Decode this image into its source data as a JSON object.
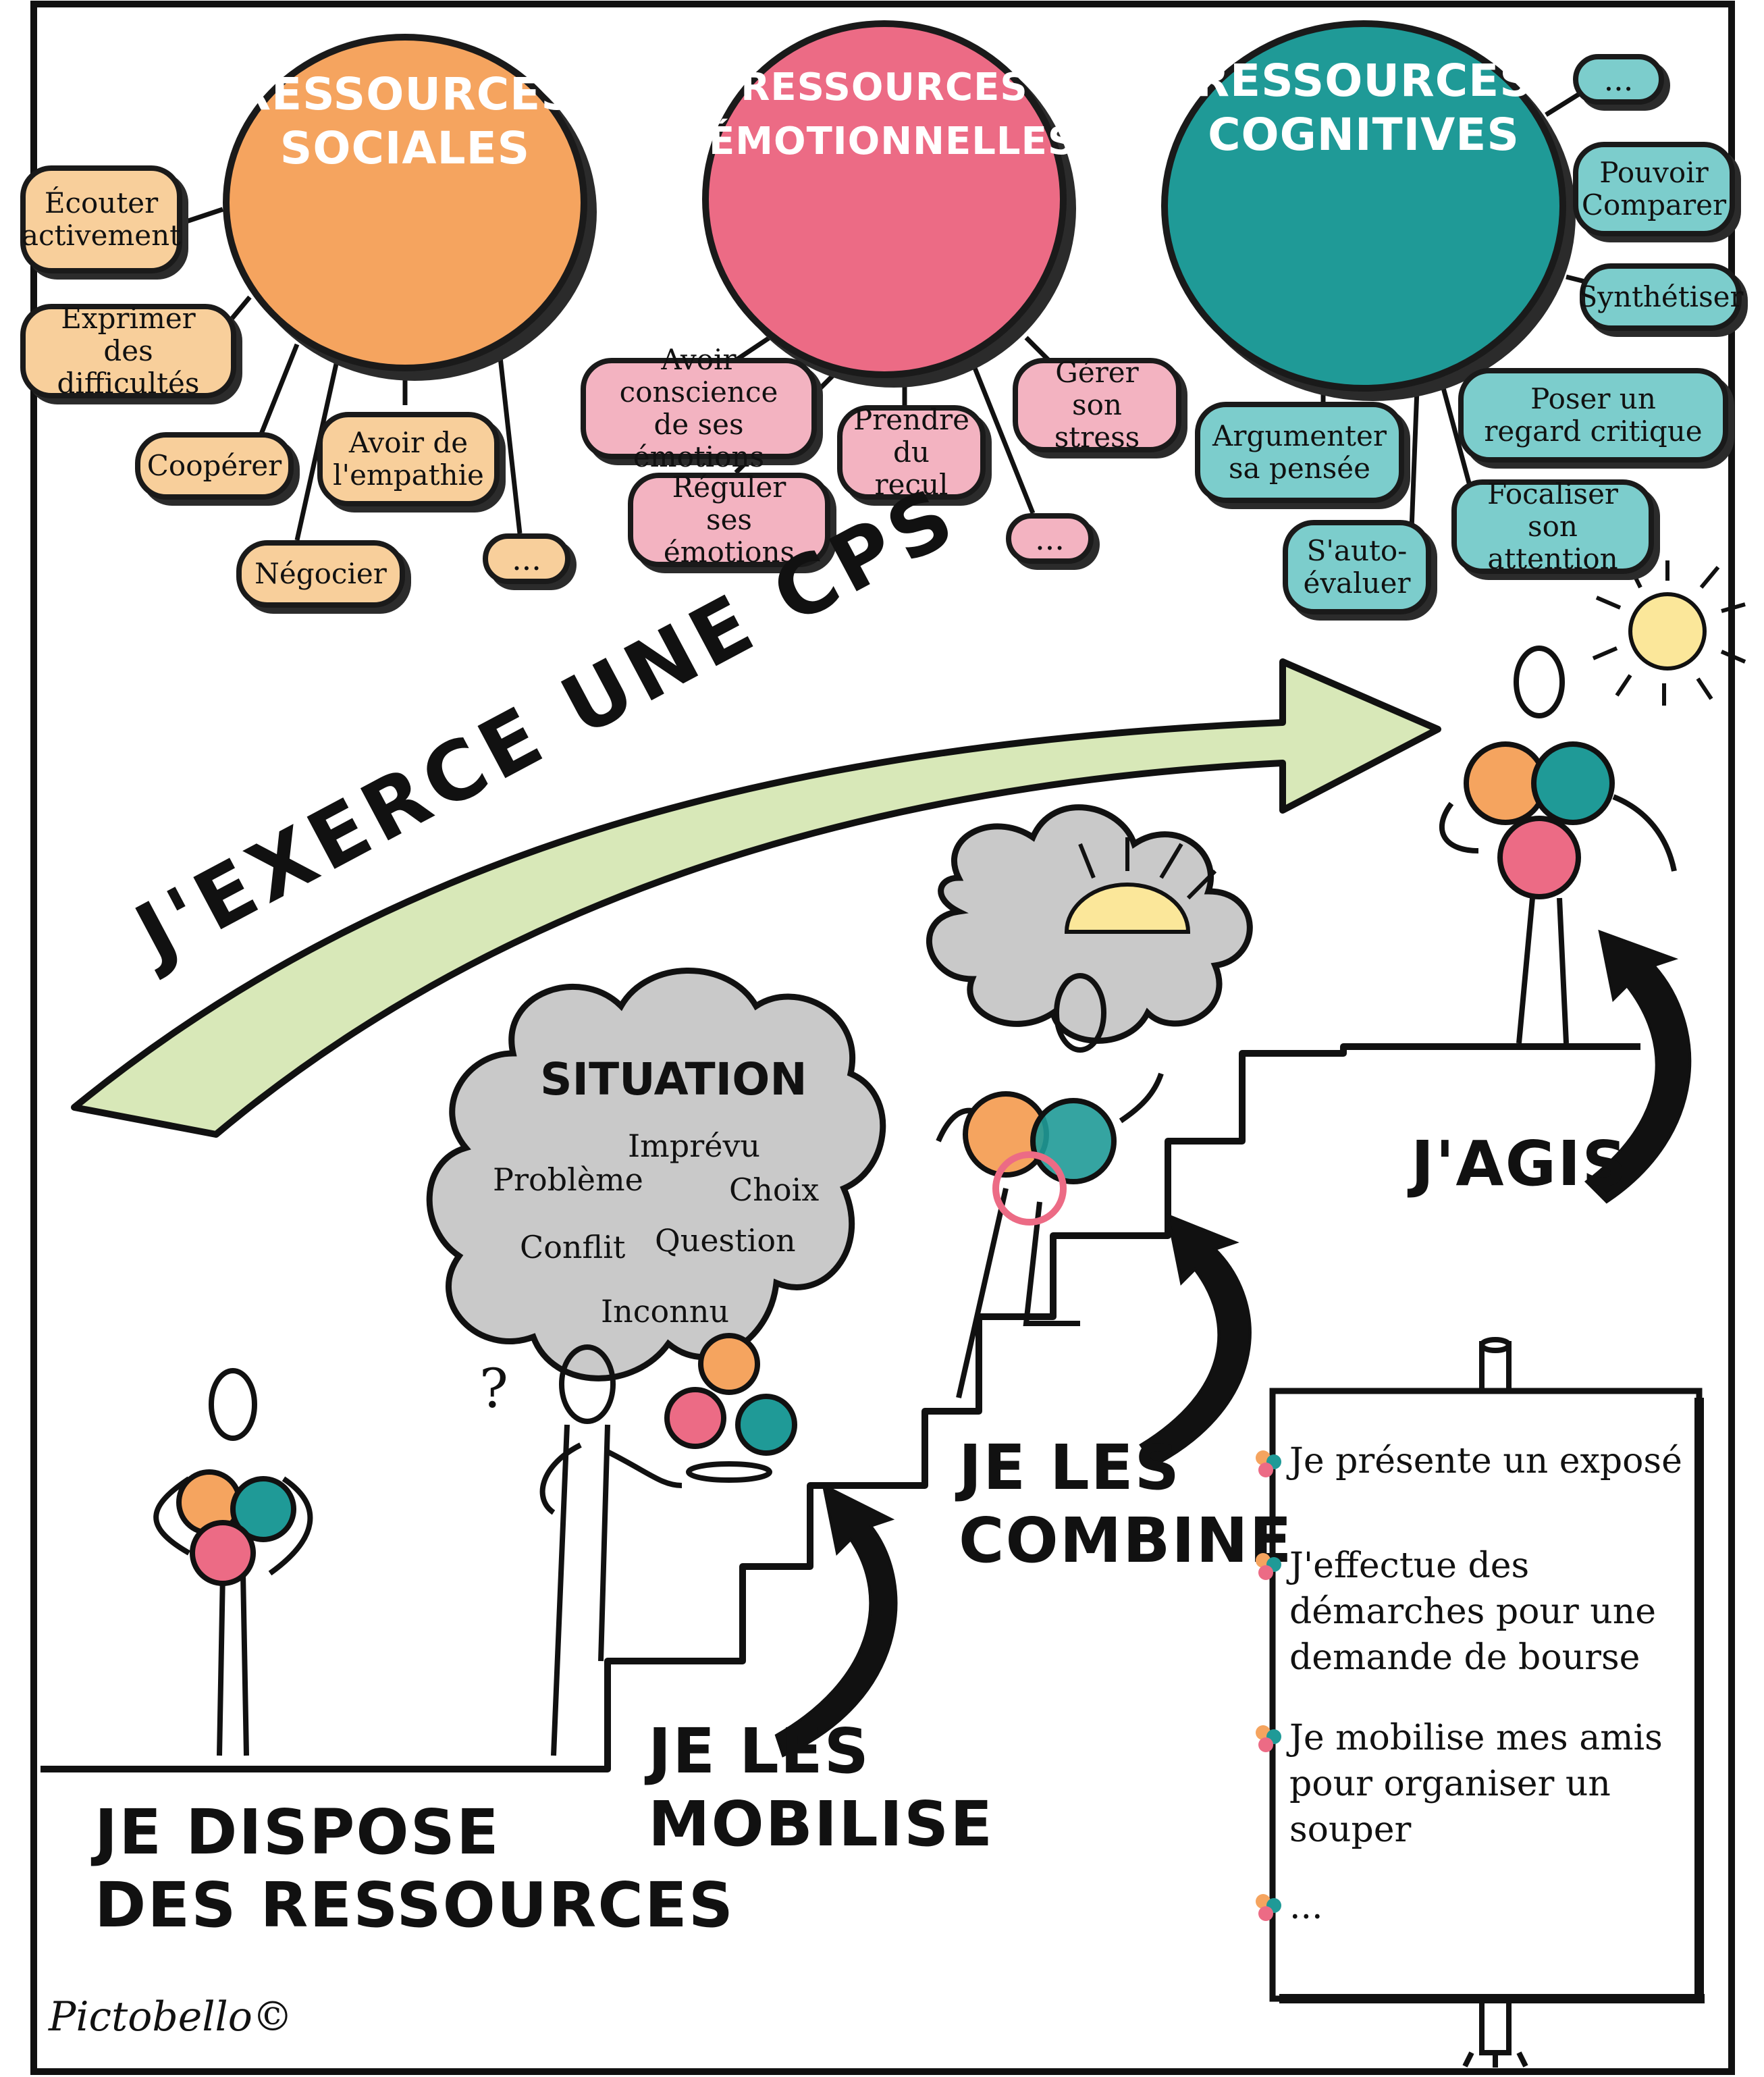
{
  "colors": {
    "social": "#f5a45f",
    "social_light": "#f8cf9b",
    "emotional": "#ec6b85",
    "emotional_light": "#f3b3c1",
    "cognitive": "#1f9a97",
    "cognitive_light": "#7ccdcc",
    "arrow": "#d8e8b8",
    "cloud": "#c9c9c9",
    "sun": "#fbe79a"
  },
  "resources": {
    "social": {
      "title": "RESSOURCES\nSOCIALES",
      "icon": "handshake-icon",
      "skills": [
        "Écouter\nactivement",
        "Exprimer\ndes difficultés",
        "Coopérer",
        "Avoir de\nl'empathie",
        "Négocier",
        "..."
      ]
    },
    "emotional": {
      "title": "RESSOURCES\nÉMOTIONNELLES",
      "icon": "heart-icon",
      "skills": [
        "Avoir conscience\nde ses émotions",
        "Réguler ses\némotions",
        "Prendre\ndu recul",
        "Gérer son\nstress",
        "..."
      ]
    },
    "cognitive": {
      "title": "RESSOURCES\nCOGNITIVES",
      "icon": "head-with-stars-icon",
      "skills": [
        "...",
        "Pouvoir\nComparer",
        "Synthétiser",
        "Poser un\nregard critique",
        "Focaliser son\nattention",
        "Argumenter\nsa pensée",
        "S'auto-\névaluer"
      ]
    }
  },
  "arrow_banner": {
    "text": "J'EXERCE UNE CPS"
  },
  "situation_cloud": {
    "title": "SITUATION",
    "words": [
      "Imprévu",
      "Problème",
      "Choix",
      "Conflit",
      "Question",
      "Inconnu"
    ]
  },
  "question_mark": "?",
  "steps": [
    "JE DISPOSE\nDES RESSOURCES",
    "JE LES\nMOBILISE",
    "JE LES\nCOMBINE",
    "J'AGIS"
  ],
  "sign": {
    "items": [
      "Je présente un exposé",
      "J'effectue des\ndémarches pour une\ndemande de bourse",
      "Je mobilise mes amis\npour organiser un\nsouper",
      "..."
    ]
  },
  "credit": "Pictobello©"
}
